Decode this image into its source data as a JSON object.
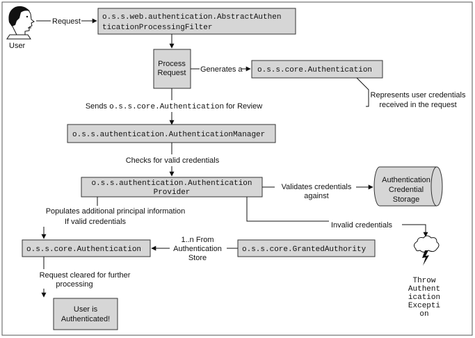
{
  "actor": {
    "label": "User"
  },
  "boxes": {
    "filter": {
      "line1": "o.s.s.web.authentication.AbstractAuthen",
      "line2": "ticationProcessingFilter"
    },
    "process": {
      "line1": "Process",
      "line2": "Request"
    },
    "auth_top": {
      "text": "o.s.s.core.Authentication"
    },
    "manager": {
      "text": "o.s.s.authentication.AuthenticationManager"
    },
    "provider": {
      "line1": "o.s.s.authentication.Authentication",
      "line2": "Provider"
    },
    "auth_bottom": {
      "text": "o.s.s.core.Authentication"
    },
    "granted": {
      "text": "o.s.s.core.GrantedAuthority"
    },
    "authenticated": {
      "line1": "User is",
      "line2": "Authenticated!"
    }
  },
  "storage": {
    "line1": "Authentication",
    "line2": "Credential",
    "line3": "Storage"
  },
  "exception": {
    "lines": [
      "Throw",
      "Authent",
      "ication",
      "Excepti",
      "on"
    ]
  },
  "labels": {
    "request": "Request",
    "generates": "Generates a",
    "represents_1": "Represents user credentials",
    "represents_2": "received in the request",
    "sends_pre": "Sends ",
    "sends_code": "o.s.s.core.Authentication",
    "sends_post": " for Review",
    "checks": "Checks for valid credentials",
    "validates_1": "Validates credentials",
    "validates_2": "against",
    "populates_1": "Populates additional principal information",
    "populates_2": "If valid credentials",
    "invalid": "Invalid credentials",
    "from_1": "1..n From",
    "from_2": "Authentication",
    "from_3": "Store",
    "cleared_1": "Request cleared for further",
    "cleared_2": "processing"
  }
}
